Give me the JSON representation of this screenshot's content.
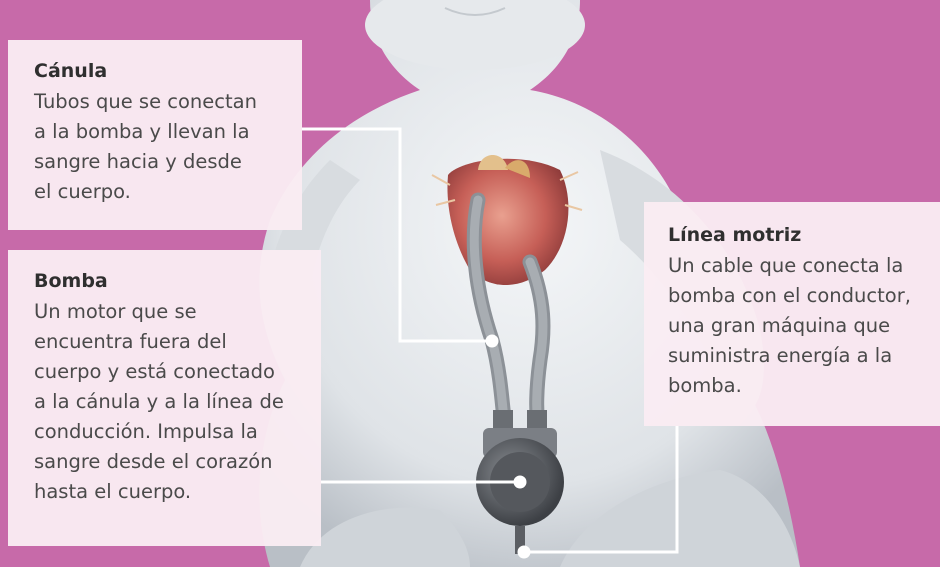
{
  "callouts": {
    "canula": {
      "title": "Cánula",
      "lines": [
        "Tubos que se conectan",
        "a la bomba y llevan la",
        "sangre hacia y desde",
        "el cuerpo."
      ]
    },
    "bomba": {
      "title": "Bomba",
      "lines": [
        "Un motor que se",
        "encuentra fuera del",
        "cuerpo y está conectado",
        "a la cánula y a la línea de",
        "conducción. Impulsa la",
        "sangre desde el corazón",
        "hasta el cuerpo."
      ]
    },
    "linea_motriz": {
      "title": "Línea motriz",
      "lines": [
        "Un cable que conecta la",
        "bomba con el conductor,",
        "una gran máquina que",
        "suministra energía a la",
        "bomba."
      ]
    }
  },
  "colors": {
    "background": "#c76aa9",
    "callout_fill": "#faecf3",
    "leader_line": "#ffffff"
  }
}
